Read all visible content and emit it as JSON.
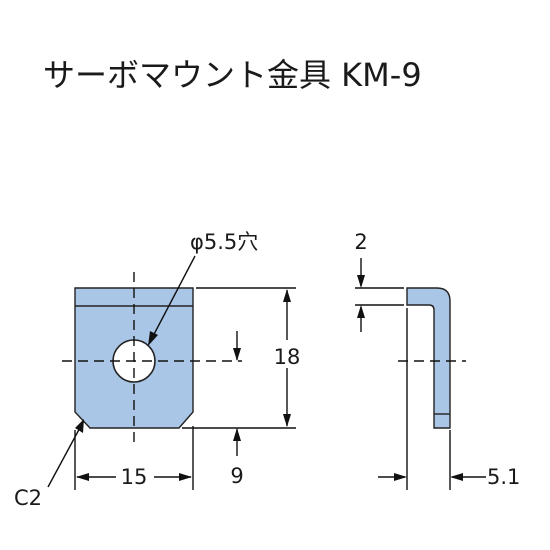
{
  "title": "サーボマウント金具 KM-9",
  "labels": {
    "hole": "φ5.5穴",
    "height": "18",
    "width": "15",
    "hole_offset": "9",
    "chamfer": "C2",
    "thickness": "2",
    "depth": "5.1"
  },
  "colors": {
    "part_fill": "#a9c6e6",
    "line": "#111111"
  }
}
